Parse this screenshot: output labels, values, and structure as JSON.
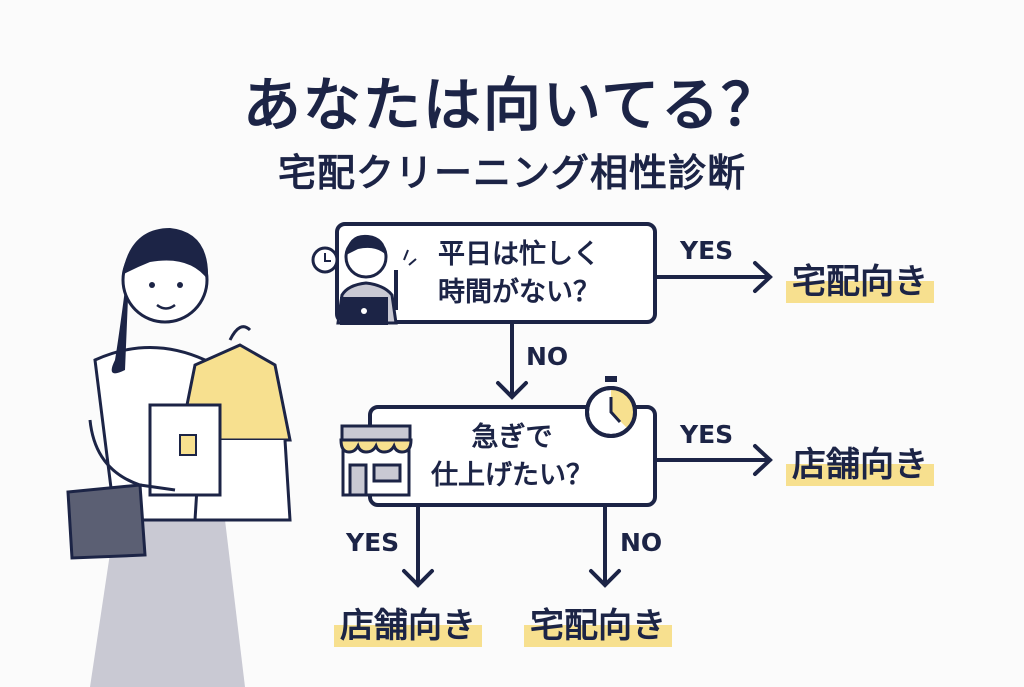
{
  "title": "あなたは向いてる？",
  "subtitle": "宅配クリーニング相性診断",
  "colors": {
    "navy": "#1c2446",
    "highlight": "#f7e08f",
    "gray": "#c9c9d3"
  },
  "questions": [
    {
      "line1": "平日は忙しく",
      "line2": "時間がない？",
      "icon": "busy-worker-icon"
    },
    {
      "line1": "急ぎで",
      "line2": "仕上げたい？",
      "icon": "store-icon"
    }
  ],
  "branches": {
    "q1_yes": "YES",
    "q1_no": "NO",
    "q2_yes_right": "YES",
    "q2_yes_down": "YES",
    "q2_no": "NO"
  },
  "results": {
    "q1_yes": "宅配向き",
    "q2_yes_right": "店舗向き",
    "q2_yes_down": "店舗向き",
    "q2_no": "宅配向き"
  }
}
